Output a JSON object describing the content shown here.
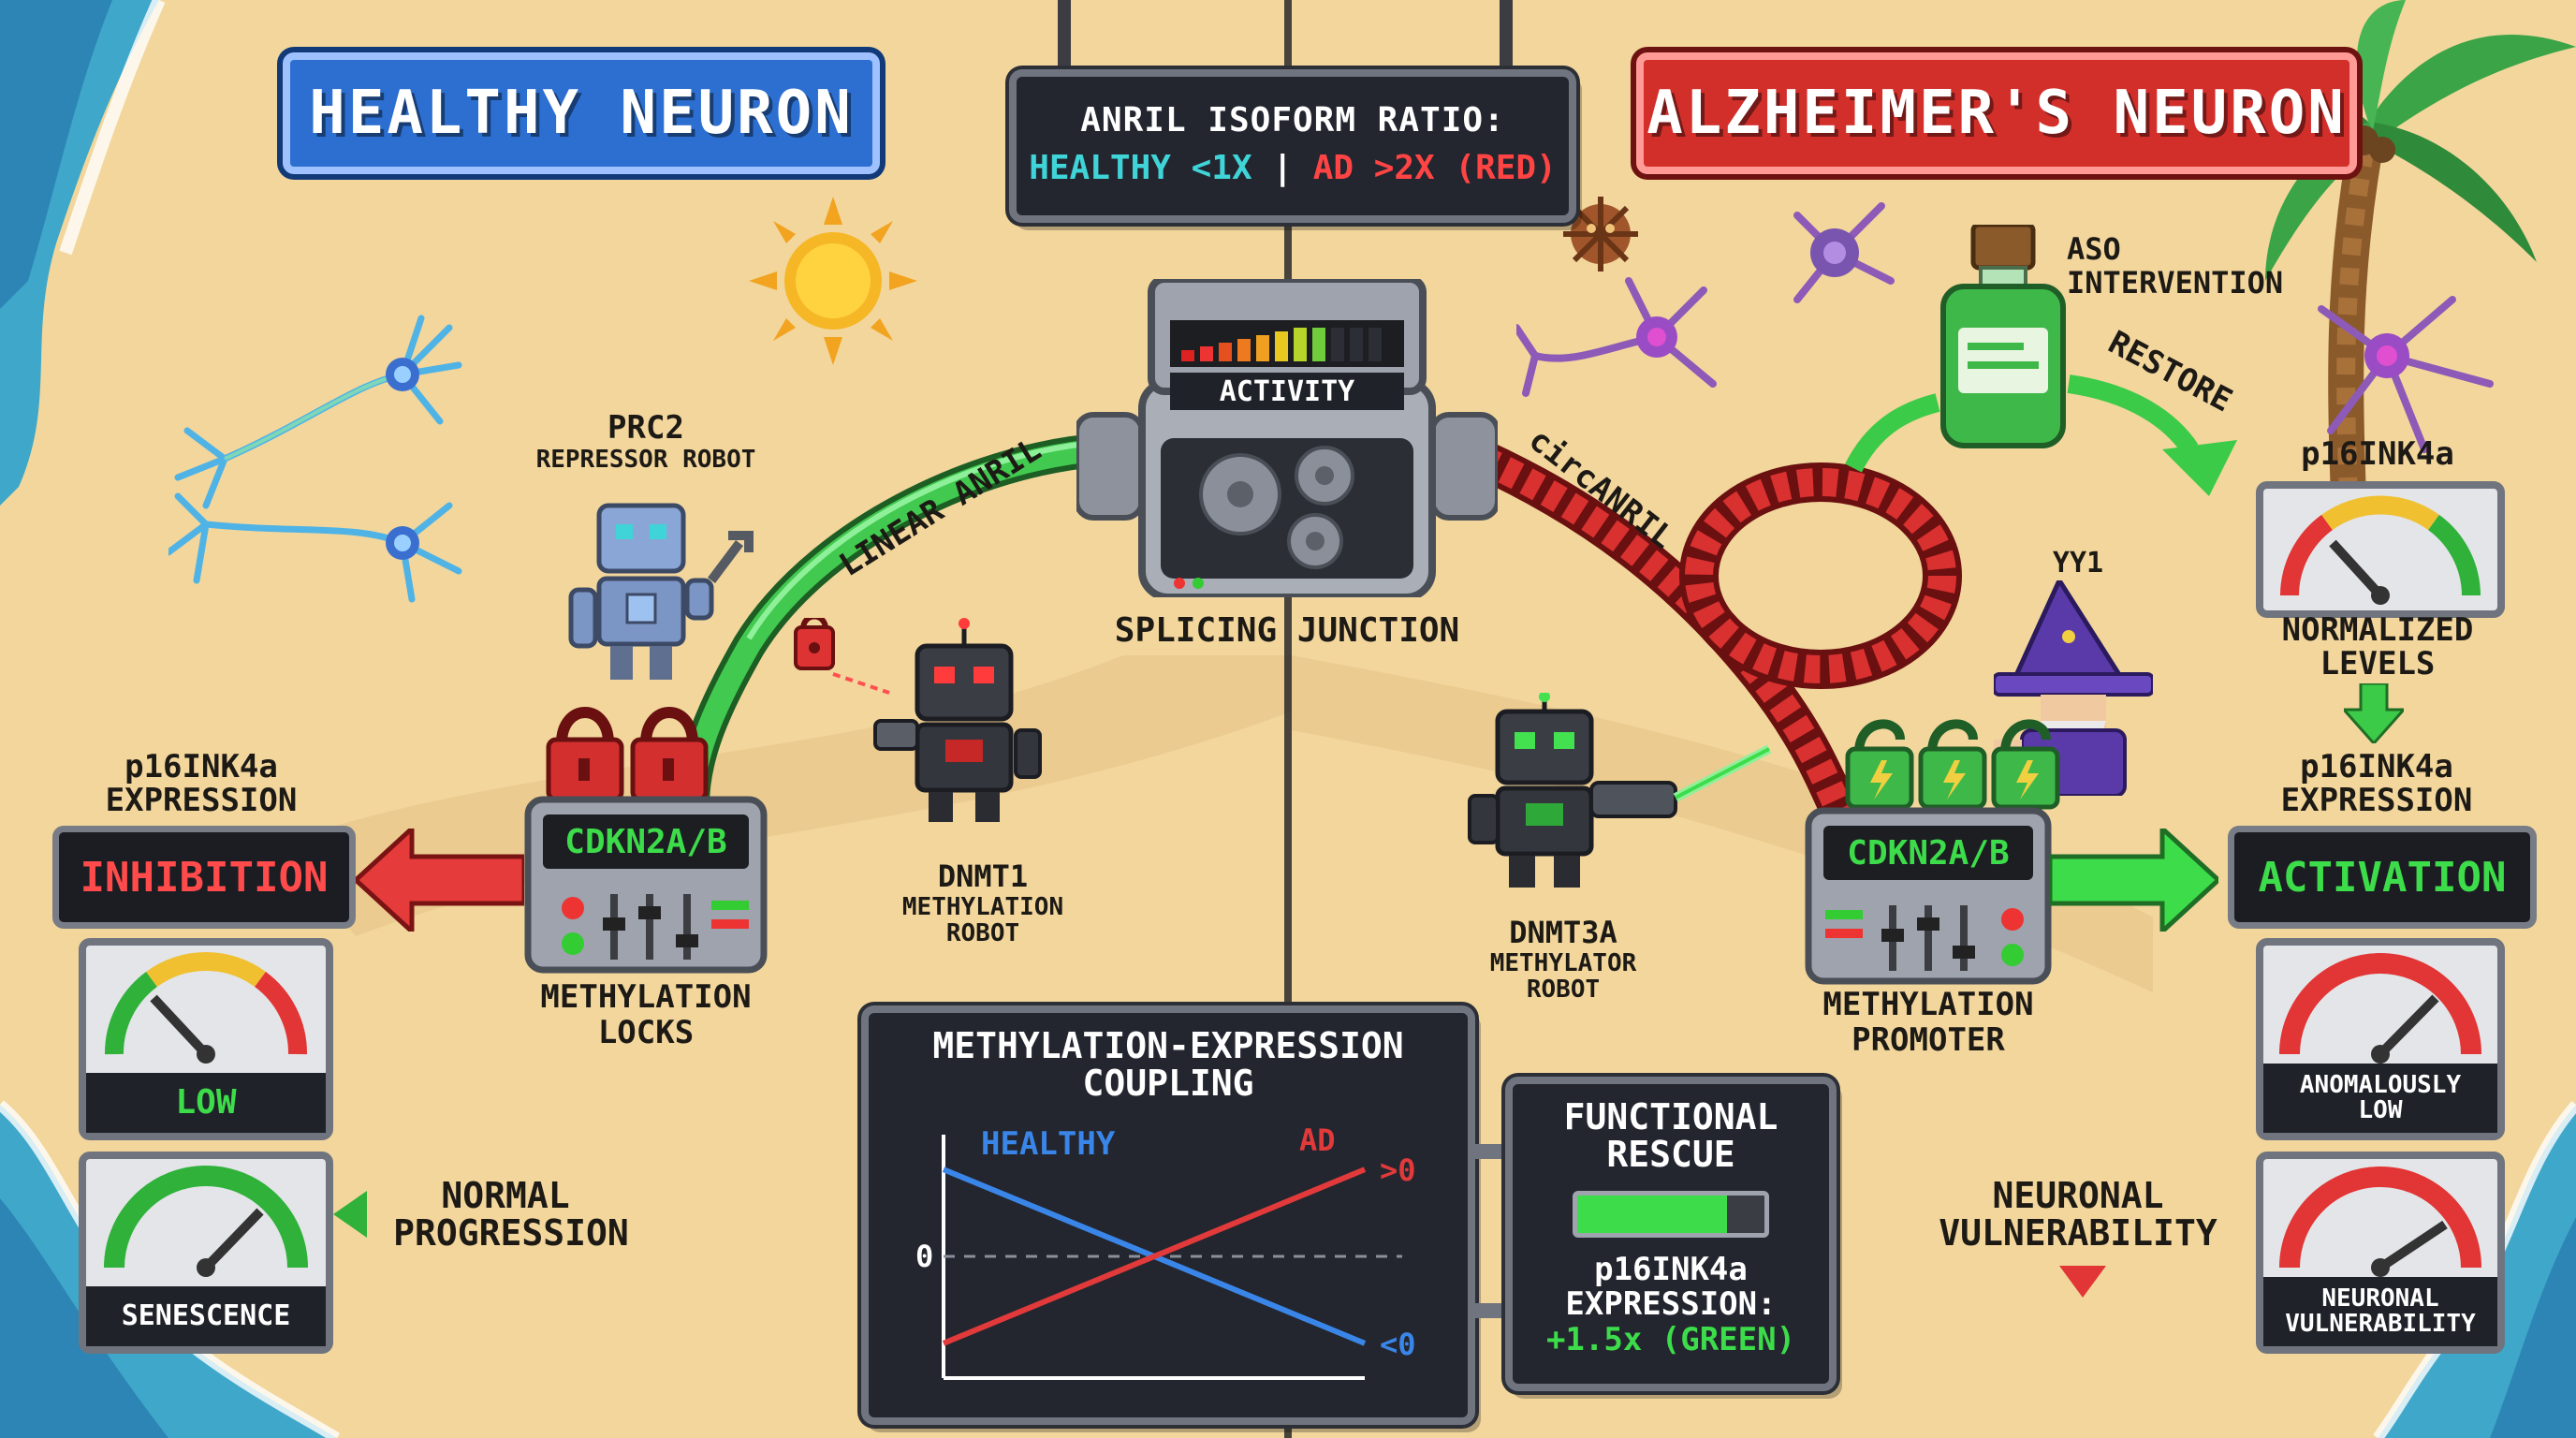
{
  "banners": {
    "healthy": "HEALTHY NEURON",
    "alzheimers": "ALZHEIMER'S NEURON"
  },
  "ratio_panel": {
    "title": "ANRIL ISOFORM RATIO:",
    "healthy_part": "HEALTHY <1X",
    "separator": "|",
    "ad_part": "AD >2X (RED)"
  },
  "junction": {
    "meter_label": "ACTIVITY",
    "caption": "SPLICING JUNCTION",
    "linear_label": "LINEAR ANRIL",
    "circ_label": "circANRIL"
  },
  "left": {
    "prc2_title": "PRC2",
    "prc2_sub": "REPRESSOR ROBOT",
    "dnmt1_title": "DNMT1",
    "dnmt1_sub1": "METHYLATION",
    "dnmt1_sub2": "ROBOT",
    "gene_box": "CDKN2A/B",
    "gene_caption1": "METHYLATION",
    "gene_caption2": "LOCKS",
    "p16_title1": "p16INK4a",
    "p16_title2": "EXPRESSION",
    "state": "INHIBITION",
    "gauge1_label": "LOW",
    "gauge2_label": "SENESCENCE",
    "progression1": "NORMAL",
    "progression2": "PROGRESSION"
  },
  "right": {
    "aso1": "ASO",
    "aso2": "INTERVENTION",
    "restore": "RESTORE",
    "yy1": "YY1",
    "dnmt3a_title": "DNMT3A",
    "dnmt3a_sub1": "METHYLATOR",
    "dnmt3a_sub2": "ROBOT",
    "gene_box": "CDKN2A/B",
    "gene_caption1": "METHYLATION",
    "gene_caption2": "PROMOTER",
    "p16_top": "p16INK4a",
    "normalized1": "NORMALIZED",
    "normalized2": "LEVELS",
    "p16_title1": "p16INK4a",
    "p16_title2": "EXPRESSION",
    "state": "ACTIVATION",
    "gauge1_label1": "ANOMALOUSLY",
    "gauge1_label2": "LOW",
    "gauge2_label1": "NEURONAL",
    "gauge2_label2": "VULNERABILITY",
    "vuln1": "NEURONAL",
    "vuln2": "VULNERABILITY"
  },
  "coupling": {
    "title1": "METHYLATION-EXPRESSION",
    "title2": "COUPLING"
  },
  "chart_data": {
    "type": "line",
    "title": "METHYLATION-EXPRESSION COUPLING",
    "x": [
      0,
      1
    ],
    "series": [
      {
        "name": "HEALTHY",
        "values": [
          0.5,
          -0.5
        ],
        "color": "#3a86e8"
      },
      {
        "name": "AD",
        "values": [
          -0.5,
          0.5
        ],
        "color": "#e23a3a"
      }
    ],
    "y_ticks": [
      "0"
    ],
    "end_labels": {
      "top": ">0",
      "bottom": "<0"
    },
    "ylim": [
      -0.7,
      0.7
    ],
    "grid": false,
    "zero_line": "dashed"
  },
  "rescue": {
    "title1": "FUNCTIONAL",
    "title2": "RESCUE",
    "progress": 0.8,
    "line1": "p16INK4a",
    "line2": "EXPRESSION:",
    "line3": "+1.5x (GREEN)"
  },
  "colors": {
    "healthy_blue": "#2f6fd6",
    "ad_red": "#d7312f",
    "activation_green": "#3ddc4a",
    "inhibition_red": "#e63b3b",
    "cyan_text": "#3fd4d8"
  }
}
